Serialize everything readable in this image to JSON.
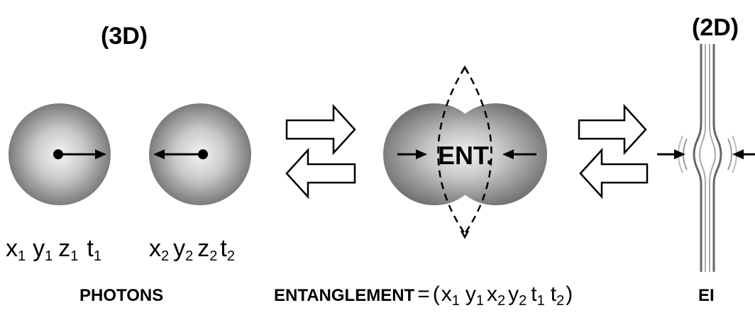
{
  "labels": {
    "dim_3d": "(3D)",
    "dim_2d": "(2D)",
    "photons": "PHOTONS",
    "entanglement": "ENTANGLEMENT",
    "ent_short": "ENT.",
    "ei": "EI"
  },
  "photon1": {
    "x": "x",
    "x_sub": "1",
    "y": "y",
    "y_sub": "1",
    "z": "z",
    "z_sub": "1",
    "t": "t",
    "t_sub": "1"
  },
  "photon2": {
    "x": "x",
    "x_sub": "2",
    "y": "y",
    "y_sub": "2",
    "z": "z",
    "z_sub": "2",
    "t": "t",
    "t_sub": "2"
  },
  "equation": {
    "equals": "=",
    "open": "(",
    "close": ")",
    "x1": "x",
    "x1_sub": "1",
    "y1": "y",
    "y1_sub": "1",
    "x2": "x",
    "x2_sub": "2",
    "y2": "y",
    "y2_sub": "2",
    "t1": "t",
    "t1_sub": "1",
    "t2": "t",
    "t2_sub": "2"
  },
  "colors": {
    "sphere_light": "#f2f2f2",
    "sphere_dark": "#6b6b6b",
    "line": "#000000",
    "tube": "#9a9a9a"
  }
}
